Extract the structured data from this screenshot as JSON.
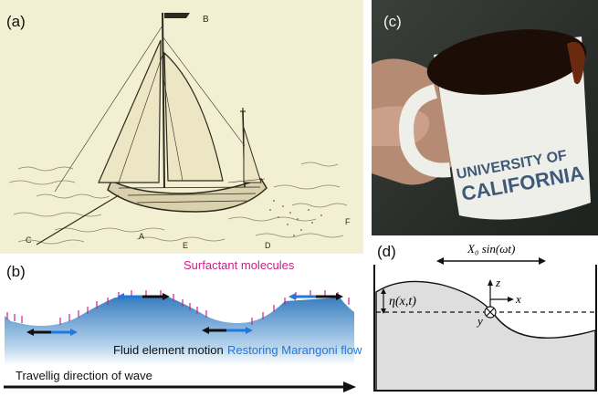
{
  "panels": {
    "a": {
      "label": "(a)",
      "letters": [
        "B",
        "A",
        "C",
        "E",
        "D",
        "F"
      ]
    },
    "b": {
      "label": "(b)",
      "surfactant_label": "Surfactant molecules",
      "fluid_label": "Fluid element motion",
      "marangoni_label": "Restoring Marangoni flow",
      "travel_label": "Travellig direction of wave"
    },
    "c": {
      "label": "(c)",
      "mug_text_1": "UNIVERSITY OF",
      "mug_text_2": "CALIFORNIA"
    },
    "d": {
      "label": "(d)",
      "oscillation_label": "X₀ sin(ωt)",
      "eta_label": "η(x,t)",
      "z_label": "z",
      "x_label": "x",
      "y_label": "y"
    }
  },
  "colors": {
    "surfactant": "#cc2288",
    "marangoni": "#2277dd",
    "fluid": "#111111",
    "water_top": "#3a7fc0",
    "water_bottom": "#ffffff",
    "engraving_bg": "#f3efd2",
    "coffee": "#1c0d06",
    "mug": "#efefe9",
    "mug_text": "#3e5a78",
    "panel_d_fill": "#dedede"
  }
}
